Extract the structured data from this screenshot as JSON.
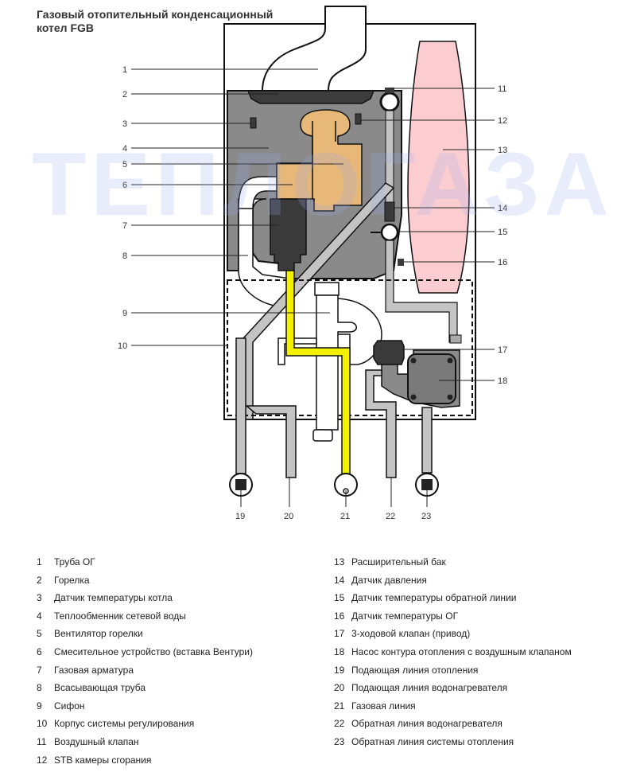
{
  "title": {
    "line1": "Газовый отопительный конденсационный",
    "line2": "котел FGB"
  },
  "watermark": "ТЕПЛОГАЗА",
  "colors": {
    "casing_gray": "#8a8a8a",
    "pipe_gray": "#c4c4c4",
    "fan_orange": "#e8b878",
    "gas_yellow": "#f5f000",
    "tank_pink": "#fbcdd0",
    "dark_component": "#3a3a3a",
    "watermark_blue": "#96aaeb"
  },
  "callouts": {
    "left": [
      "1",
      "2",
      "3",
      "4",
      "5",
      "6",
      "7",
      "8",
      "9",
      "10"
    ],
    "right": [
      "11",
      "12",
      "13",
      "14",
      "15",
      "16",
      "17",
      "18"
    ],
    "bottom": [
      "19",
      "20",
      "21",
      "22",
      "23"
    ]
  },
  "legend": {
    "left": [
      {
        "num": "1",
        "label": "Труба ОГ"
      },
      {
        "num": "2",
        "label": "Горелка"
      },
      {
        "num": "3",
        "label": "Датчик температуры котла"
      },
      {
        "num": "4",
        "label": "Теплообменник сетевой воды"
      },
      {
        "num": "5",
        "label": "Вентилятор горелки"
      },
      {
        "num": "6",
        "label": "Смесительное устройство (вставка Вентури)"
      },
      {
        "num": "7",
        "label": "Газовая арматура"
      },
      {
        "num": "8",
        "label": "Всасывающая труба"
      },
      {
        "num": "9",
        "label": "Сифон"
      },
      {
        "num": "10",
        "label": "Корпус системы регулирования"
      },
      {
        "num": "11",
        "label": "Воздушный клапан"
      },
      {
        "num": "12",
        "label": "STB камеры сгорания"
      }
    ],
    "right": [
      {
        "num": "13",
        "label": "Расширительный бак"
      },
      {
        "num": "14",
        "label": "Датчик давления"
      },
      {
        "num": "15",
        "label": "Датчик температуры обратной линии"
      },
      {
        "num": "16",
        "label": "Датчик температуры ОГ"
      },
      {
        "num": "17",
        "label": "3-ходовой клапан (привод)"
      },
      {
        "num": "18",
        "label": "Насос контура отопления с воздушным клапаном"
      },
      {
        "num": "19",
        "label": "Подающая линия отопления"
      },
      {
        "num": "20",
        "label": "Подающая линия водонагревателя"
      },
      {
        "num": "21",
        "label": "Газовая линия"
      },
      {
        "num": "22",
        "label": "Обратная линия водонагревателя"
      },
      {
        "num": "23",
        "label": "Обратная линия системы отопления"
      }
    ]
  }
}
